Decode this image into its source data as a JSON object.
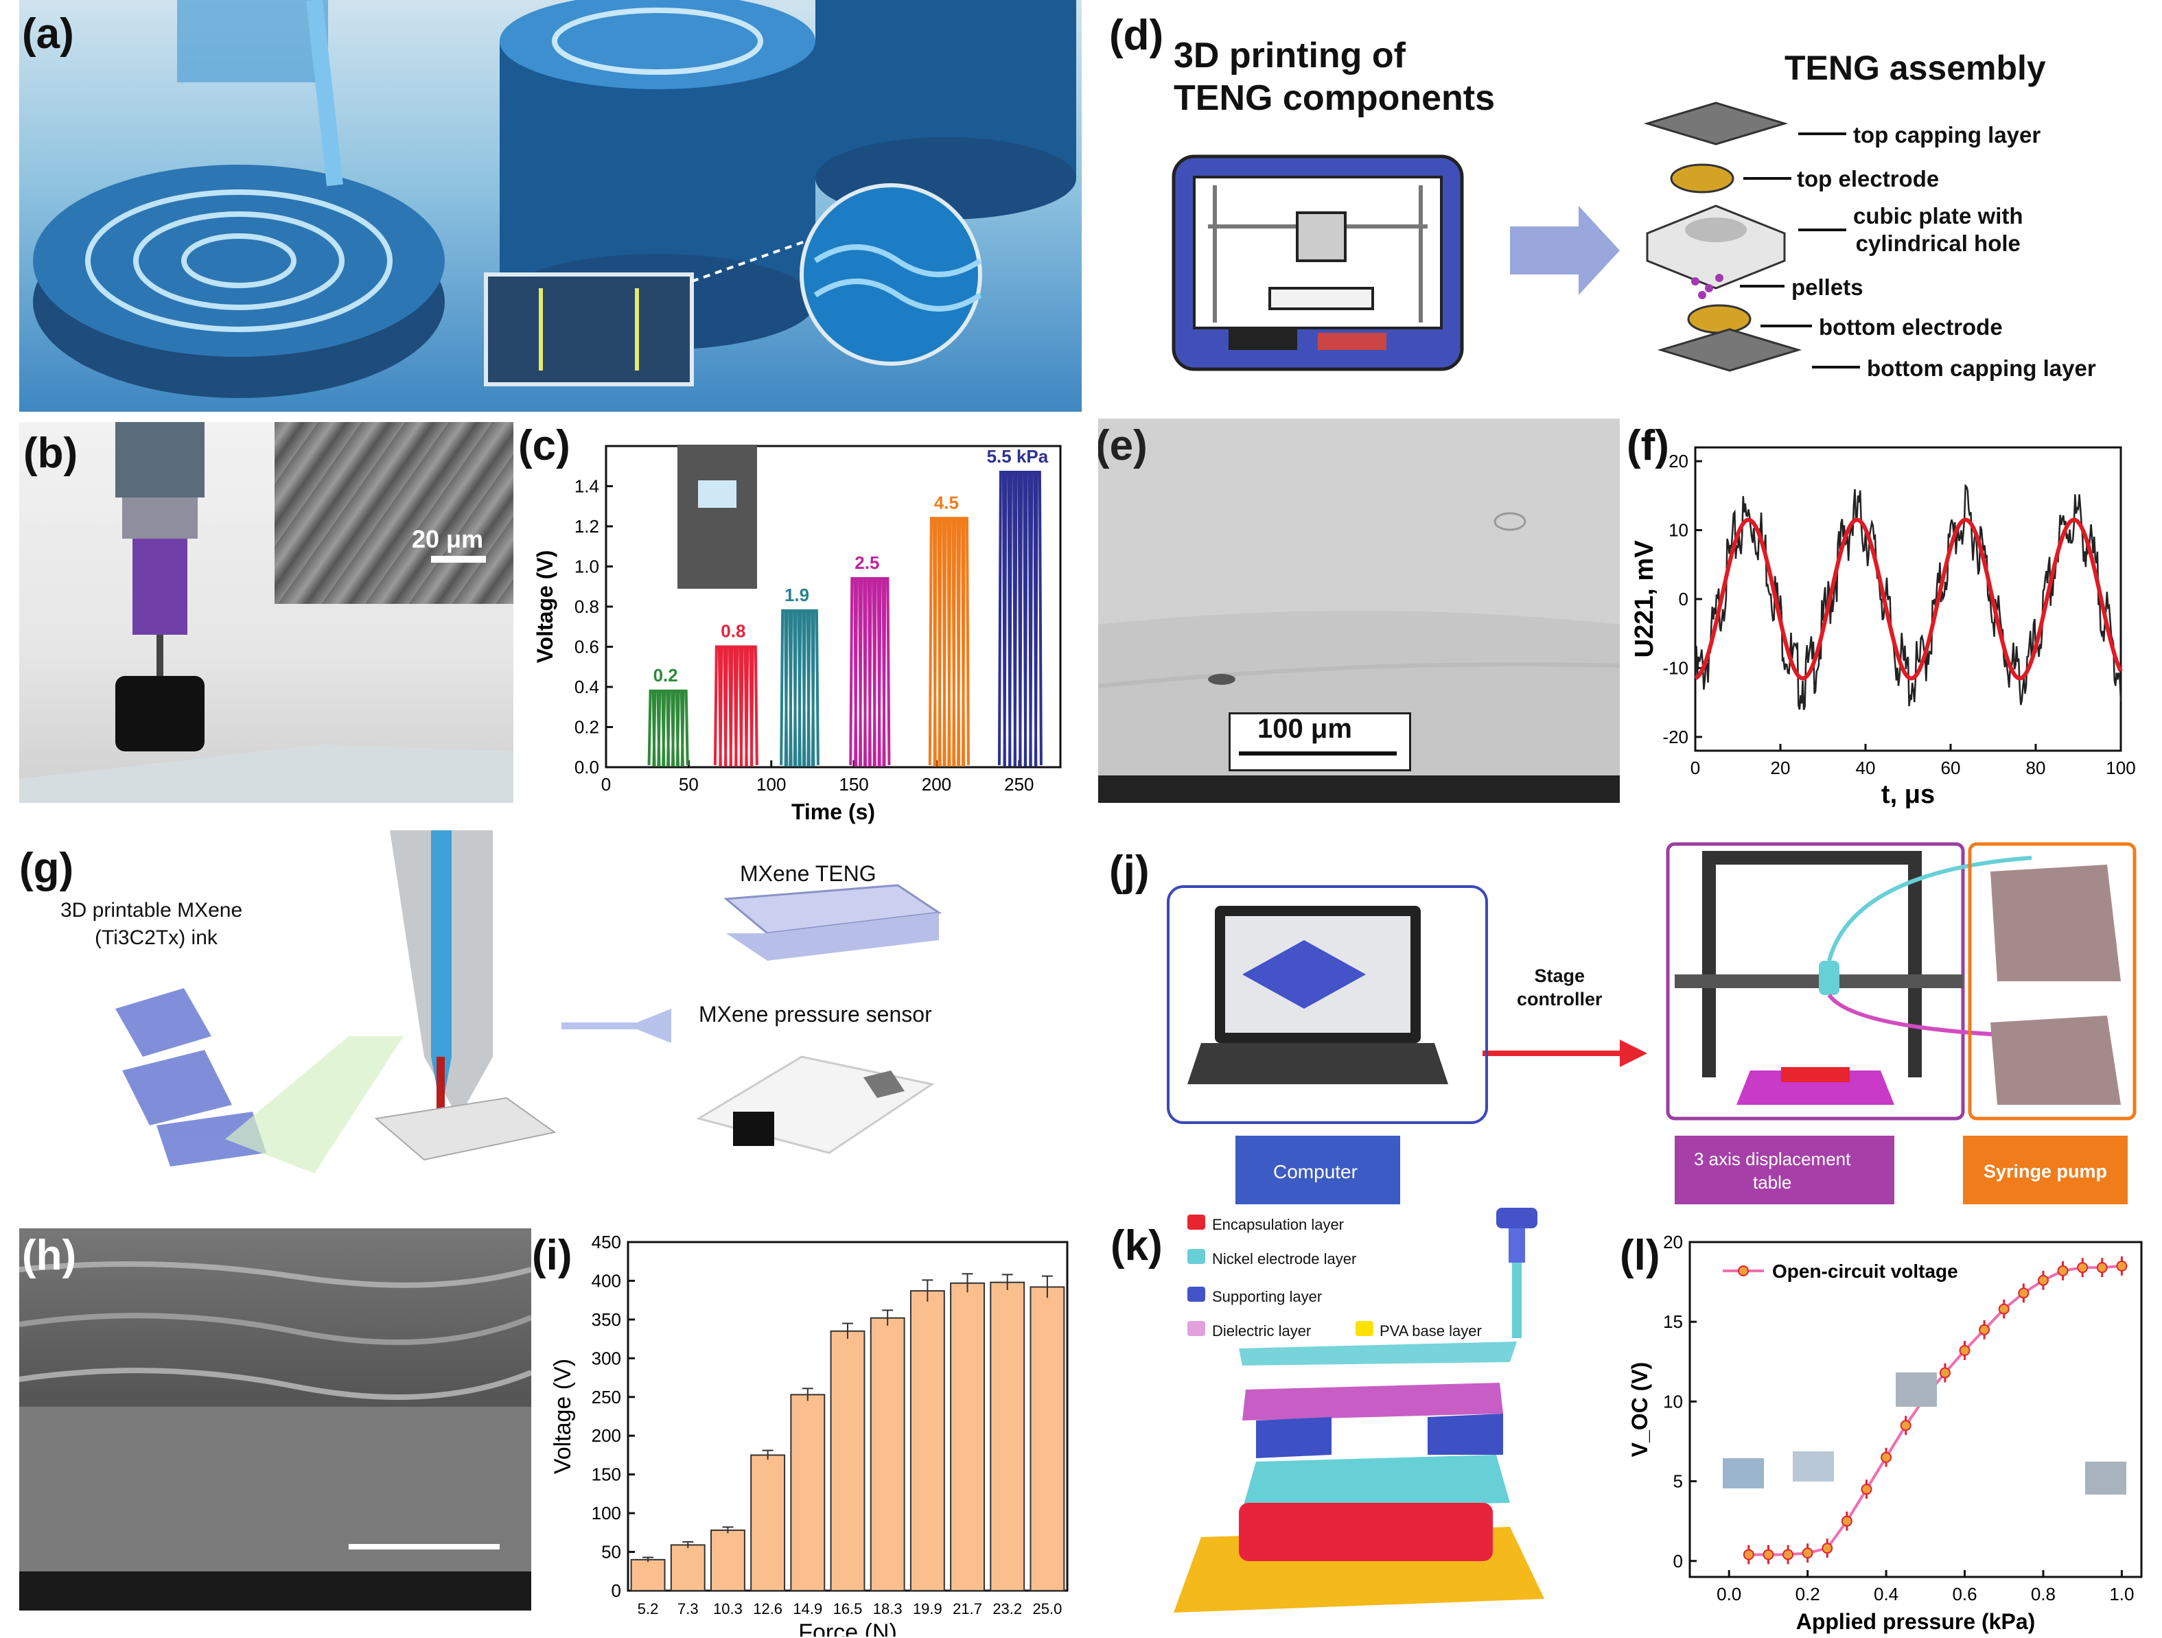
{
  "panels": {
    "a": {
      "label": "(a)"
    },
    "b": {
      "label": "(b)",
      "scalebar": "20 μm"
    },
    "c": {
      "label": "(c)"
    },
    "d": {
      "label": "(d)",
      "printing_title": "3D printing of\nTENG components",
      "assembly_title": "TENG assembly",
      "layers": [
        "top capping layer",
        "top electrode",
        "cubic plate with\ncylindrical hole",
        "pellets",
        "bottom electrode",
        "bottom capping layer"
      ]
    },
    "e": {
      "label": "(e)",
      "scalebar": "100 μm"
    },
    "f": {
      "label": "(f)"
    },
    "g": {
      "label": "(g)",
      "ink": "3D printable MXene",
      "ink_formula": "(Ti3C2Tx) ink",
      "teng": "MXene TENG",
      "sensor": "MXene pressure sensor"
    },
    "h": {
      "label": "(h)"
    },
    "i": {
      "label": "(i)"
    },
    "j": {
      "label": "(j)",
      "stage": "Stage\ncontroller",
      "computer": "Computer",
      "table": "3 axis displacement\ntable",
      "pump": "Syringe pump"
    },
    "k": {
      "label": "(k)",
      "legend": [
        "Encapsulation layer",
        "Nickel electrode layer",
        "Supporting layer",
        "Dielectric layer",
        "PVA base layer"
      ]
    },
    "l": {
      "label": "(l)"
    }
  },
  "colors": {
    "red": "#e8242f",
    "cyan": "#67cfd6",
    "blue": "#3c4db7",
    "pink": "#e2a1dc",
    "yellow": "#ffe100",
    "bar": "#fbbf8e"
  },
  "chart_data": [
    {
      "id": "c",
      "type": "line",
      "xlabel": "Time (s)",
      "ylabel": "Voltage (V)",
      "xlim": [
        0,
        275
      ],
      "ylim": [
        0,
        1.6
      ],
      "xticks": [
        0,
        50,
        100,
        150,
        200,
        250
      ],
      "yticks": [
        0.0,
        0.2,
        0.4,
        0.6,
        0.8,
        1.0,
        1.2,
        1.4
      ],
      "series": [
        {
          "name": "0.2",
          "x_range": [
            26,
            46
          ],
          "peak": 0.38,
          "color": "#2f8a3a"
        },
        {
          "name": "0.8",
          "x_range": [
            66,
            88
          ],
          "peak": 0.6,
          "color": "#e8243c"
        },
        {
          "name": "1.9",
          "x_range": [
            106,
            125
          ],
          "peak": 0.78,
          "color": "#28818f"
        },
        {
          "name": "2.5",
          "x_range": [
            148,
            168
          ],
          "peak": 0.94,
          "color": "#c0249f"
        },
        {
          "name": "4.5",
          "x_range": [
            196,
            216
          ],
          "peak": 1.24,
          "color": "#f07c1c"
        },
        {
          "name": "5.5 kPa",
          "x_range": [
            238,
            260
          ],
          "peak": 1.47,
          "color": "#2e3192"
        }
      ]
    },
    {
      "id": "f",
      "type": "line",
      "xlabel": "t, μs",
      "ylabel": "U221, mV",
      "xlim": [
        0,
        100
      ],
      "ylim": [
        -22,
        22
      ],
      "xticks": [
        0,
        20,
        40,
        60,
        80,
        100
      ],
      "yticks": [
        -20,
        -10,
        0,
        10,
        20
      ],
      "fit": {
        "amplitude": 11.5,
        "period": 25.5,
        "peak_at": 12.5
      }
    },
    {
      "id": "i",
      "type": "bar",
      "xlabel": "Force (N)",
      "ylabel": "Voltage (V)",
      "ylim": [
        0,
        450
      ],
      "yticks": [
        0,
        50,
        100,
        150,
        200,
        250,
        300,
        350,
        400,
        450
      ],
      "categories": [
        "5.2",
        "7.3",
        "10.3",
        "12.6",
        "14.9",
        "16.5",
        "18.3",
        "19.9",
        "21.7",
        "23.2",
        "25.0"
      ],
      "values": [
        40,
        59,
        78,
        175,
        253,
        335,
        352,
        387,
        397,
        398,
        392
      ],
      "errors": [
        3,
        4,
        4,
        6,
        8,
        10,
        10,
        14,
        12,
        10,
        14
      ]
    },
    {
      "id": "l",
      "type": "line",
      "xlabel": "Applied pressure (kPa)",
      "ylabel": "V_OC (V)",
      "xlim": [
        -0.1,
        1.05
      ],
      "ylim": [
        -1,
        20
      ],
      "xticks": [
        0.0,
        0.2,
        0.4,
        0.6,
        0.8,
        1.0
      ],
      "yticks": [
        0,
        5,
        10,
        15,
        20
      ],
      "series": [
        {
          "name": "Open-circuit voltage",
          "x": [
            0.05,
            0.1,
            0.15,
            0.2,
            0.25,
            0.3,
            0.35,
            0.4,
            0.45,
            0.5,
            0.55,
            0.6,
            0.65,
            0.7,
            0.75,
            0.8,
            0.85,
            0.9,
            0.95,
            1.0
          ],
          "y": [
            0.4,
            0.4,
            0.4,
            0.5,
            0.8,
            2.5,
            4.5,
            6.5,
            8.5,
            10.3,
            11.8,
            13.2,
            14.5,
            15.8,
            16.8,
            17.6,
            18.2,
            18.4,
            18.4,
            18.5
          ]
        }
      ]
    }
  ]
}
